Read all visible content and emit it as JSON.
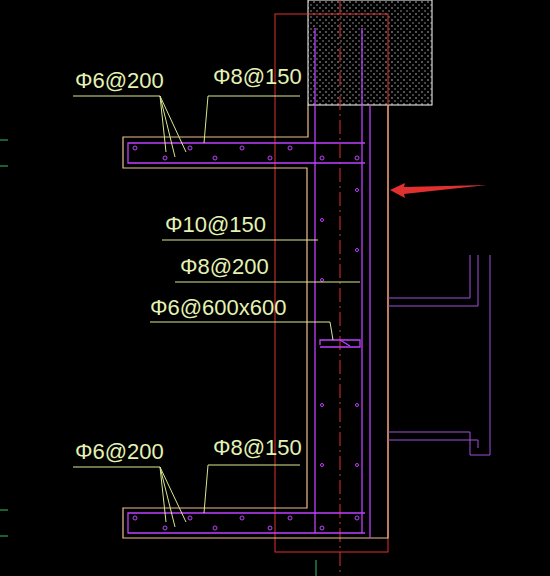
{
  "diagram": {
    "labels": [
      "Φ6@200",
      "Φ8@150",
      "Φ10@150",
      "Φ8@200",
      "Φ6@600x600",
      "Φ6@200",
      "Φ8@150"
    ]
  }
}
